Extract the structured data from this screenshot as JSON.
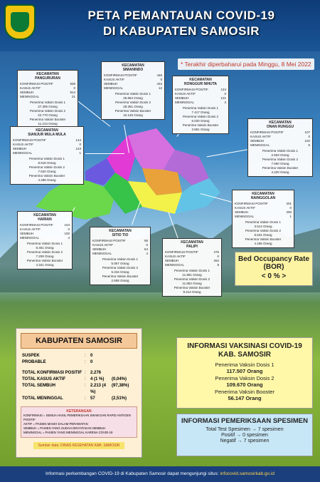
{
  "header": {
    "title_line1": "PETA PEMANTAUAN COVID-19",
    "title_line2": "DI KABUPATEN SAMOSIR",
    "updated": "* Terakhir diperbaharui pada Minggu, 8 Mei 2022"
  },
  "districts": [
    {
      "id": "pangururan",
      "label": "KECAMATAN",
      "name": "PANGURURAN",
      "konfirmasi": "835",
      "kasus_aktif": "0",
      "sembuh": "814",
      "meninggal": "21",
      "dosis1": "Penerima Vaksin Dosis 1",
      "dosis1_val": "27.305 Orang",
      "dosis2": "Penerima Vaksin Dosis 2",
      "dosis2_val": "22.770 Orang",
      "booster": "Penerima Vaksin Booster",
      "booster_val": "11.213 Orang"
    },
    {
      "id": "simanindo",
      "label": "KECAMATAN",
      "name": "SIMANINDO",
      "konfirmasi": "446",
      "kasus_aktif": "0",
      "sembuh": "434",
      "meninggal": "12",
      "dosis1": "Penerima Vaksin Dosis 1",
      "dosis1_val": "26.864 Orang",
      "dosis2": "Penerima Vaksin Dosis 2",
      "dosis2_val": "28.351 Orang",
      "booster": "Penerima Vaksin Booster",
      "booster_val": "10.145 Orang"
    },
    {
      "id": "ronggur",
      "label": "KECAMATAN",
      "name": "RONGGUR NIHUTA",
      "konfirmasi": "124",
      "kasus_aktif": "0",
      "sembuh": "121",
      "meninggal": "3",
      "dosis1": "Penerima Vaksin Dosis 1",
      "dosis1_val": "7.417 Orang",
      "dosis2": "Penerima Vaksin Dosis 2",
      "dosis2_val": "6.020 Orang",
      "booster": "Penerima Vaksin Booster",
      "booster_val": "3.851 Orang"
    },
    {
      "id": "onanrunggu",
      "label": "KECAMATAN",
      "name": "ONAN RUNGGU",
      "konfirmasi": "107",
      "kasus_aktif": "0",
      "sembuh": "102",
      "meninggal": "5",
      "dosis1": "Penerima Vaksin Dosis 1",
      "dosis1_val": "2.503 Orang",
      "dosis2": "Penerima Vaksin Dosis 2",
      "dosis2_val": "7.650 Orang",
      "booster": "Penerima Vaksin Booster",
      "booster_val": "4.220 Orang"
    },
    {
      "id": "sianjur",
      "label": "KECAMATAN",
      "name": "SIANJUR MULA MULA",
      "konfirmasi": "144",
      "kasus_aktif": "0",
      "sembuh": "143",
      "meninggal": "1",
      "dosis1": "Penerima Vaksin Dosis 1",
      "dosis1_val": "8.618 Orang",
      "dosis2": "Penerima Vaksin Dosis 2",
      "dosis2_val": "7.620 Orang",
      "booster": "Penerima Vaksin Booster",
      "booster_val": "4.498 Orang"
    },
    {
      "id": "nainggolan",
      "label": "KECAMATAN",
      "name": "NAINGGOLAN",
      "konfirmasi": "201",
      "kasus_aktif": "0",
      "sembuh": "200",
      "meninggal": "1",
      "dosis1": "Penerima Vaksin Dosis 1",
      "dosis1_val": "3.514 Orang",
      "dosis2": "Penerima Vaksin Dosis 2",
      "dosis2_val": "8.631 Orang",
      "booster": "Penerima Vaksin Booster",
      "booster_val": "4.186 Orang"
    },
    {
      "id": "harian",
      "label": "KECAMATAN",
      "name": "HARIAN",
      "konfirmasi": "104",
      "kasus_aktif": "0",
      "sembuh": "100",
      "meninggal": "4",
      "dosis1": "Penerima Vaksin Dosis 1",
      "dosis1_val": "8.451 Orang",
      "dosis2": "Penerima Vaksin Dosis 2",
      "dosis2_val": "7.209 Orang",
      "booster": "Penerima Vaksin Booster",
      "booster_val": "4.341 Orang"
    },
    {
      "id": "sitiotio",
      "label": "KECAMATAN",
      "name": "SITIO TIO",
      "konfirmasi": "68",
      "kasus_aktif": "0",
      "sembuh": "64",
      "meninggal": "4",
      "dosis1": "Penerima Vaksin Dosis 1",
      "dosis1_val": "5.057 Orang",
      "dosis2": "Penerima Vaksin Dosis 2",
      "dosis2_val": "5.316 Orang",
      "booster": "Penerima Vaksin Booster",
      "booster_val": "2.658 Orang"
    },
    {
      "id": "palipi",
      "label": "KECAMATAN",
      "name": "PALIPI",
      "konfirmasi": "276",
      "kasus_aktif": "0",
      "sembuh": "262",
      "meninggal": "8",
      "dosis1": "Penerima Vaksin Dosis 1",
      "dosis1_val": "11.881 Orang",
      "dosis2": "Penerima Vaksin Dosis 2",
      "dosis2_val": "11.852 Orang",
      "booster": "Penerima Vaksin Booster",
      "booster_val": "9.214 Orang"
    }
  ],
  "row_labels": {
    "konfirmasi": "KONFIRMASI POSITIF",
    "kasus_aktif": "KASUS AKTIF",
    "sembuh": "SEMBUH",
    "meninggal": "MENINGGAL"
  },
  "bor": {
    "line1": "Bed Occupancy Rate",
    "line2": "(BOR)",
    "value": "< 0 % >"
  },
  "kabupaten": {
    "title": "KABUPATEN SAMOSIR",
    "rows": [
      {
        "label": "SUSPEK",
        "value": "0",
        "pct": ""
      },
      {
        "label": "PROBABLE",
        "value": "0",
        "pct": ""
      },
      {
        "label": "TOTAL KONFIRMASI POSITIF",
        "value": "2.276",
        "pct": ""
      },
      {
        "label": "TOTAL KASUS AKTIF",
        "value": "4 (1 %)",
        "pct": "(0,04%)"
      },
      {
        "label": "TOTAL SEMBUH",
        "value": "2.213 (4 %)",
        "pct": "(97,38%)"
      },
      {
        "label": "TOTAL MENINGGAL",
        "value": "57",
        "pct": "(2,51%)"
      }
    ],
    "legend_title": "KETERANGAN",
    "legend_lines": [
      "KONFIRMASI = SEMUA HASIL PEMERIKSAAN SWAB DAN RAPID ANTIGEN POSITIF",
      "AKTIF = PASIEN MASIH DALAM PERAWATAN",
      "SEMBUH = PASIEN YANG SUDAH DINYATAKAN SEMBUH",
      "MENINGGAL = PASIEN YANG MENINGGAL KARENA COVID-19"
    ],
    "source": "Sumber data: DINAS KESEHATAN KAB. SAMOSIR"
  },
  "vaksinasi": {
    "title": "INFORMASI VAKSINASI COVID-19",
    "subtitle": "KAB. SAMOSIR",
    "d1_label": "Penerima Vaksin Dosis 1",
    "d1_value": "117.507 Orang",
    "d2_label": "Penerima Vaksin Dosis 2",
    "d2_value": "109.670 Orang",
    "b_label": "Penerima Vaksin Booster",
    "b_value": "56.147 Orang"
  },
  "spesimen": {
    "title": "INFORMASI PEMERIKSAAN SPESIMEN",
    "total": "Total Test Spesimen → 7 spesimen",
    "positif": "Positif → 0 spesimen",
    "negatif": "Negatif → 7 spesimen"
  },
  "footer": {
    "text": "Informasi perkembangan COVID-19 di Kabupaten Samosir dapat mengunjungi situs:",
    "url": "infocovid.samosirkab.go.id"
  },
  "colors": {
    "pangururan": "#e23ad4",
    "simanindo": "#d66fe0",
    "ronggur": "#b36bd8",
    "onanrunggu": "#e9a23a",
    "sianjur": "#6b5ae0",
    "nainggolan": "#63c3e6",
    "harian": "#6ad84a",
    "sitiotio": "#37c24a",
    "palipi": "#f2f24a"
  }
}
